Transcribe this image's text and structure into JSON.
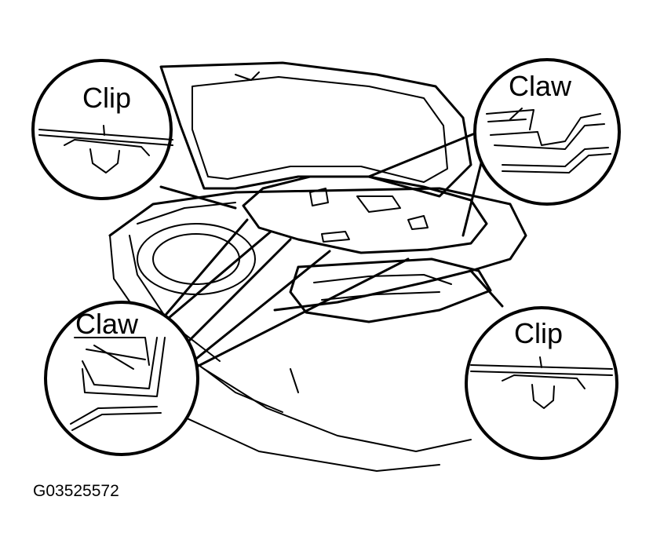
{
  "callouts": {
    "top_left": "Clip",
    "top_right": "Claw",
    "bottom_left": "Claw",
    "bottom_right": "Clip"
  },
  "figure_code": "G03525572"
}
